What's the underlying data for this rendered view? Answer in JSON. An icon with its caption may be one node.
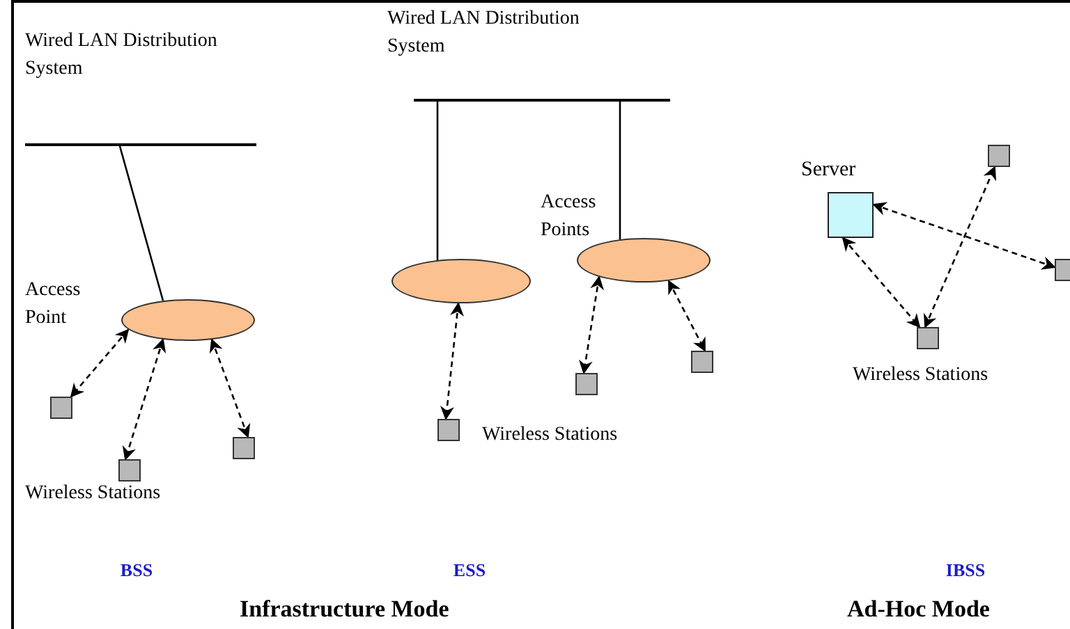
{
  "diagram": {
    "nodes": [
      {
        "text": [],
        "shape": "bar",
        "beside": [
          "Wired LAN Distribution System"
        ]
      },
      {
        "text": [],
        "shape": "ellipse",
        "beside": [
          "Access Point"
        ]
      },
      {
        "text": [],
        "shape": "box"
      },
      {
        "text": [],
        "shape": "box"
      },
      {
        "text": [],
        "shape": "box"
      },
      {
        "text": [],
        "shape": "bar",
        "beside": [
          "Wired LAN Distribution System"
        ]
      },
      {
        "text": [],
        "shape": "ellipse"
      },
      {
        "text": [],
        "shape": "ellipse"
      },
      {
        "text": [],
        "shape": "box"
      },
      {
        "text": [],
        "shape": "box"
      },
      {
        "text": [],
        "shape": "box"
      },
      {
        "text": [
          "Server"
        ]
      },
      {
        "text": [],
        "shape": "box"
      },
      {
        "text": [],
        "shape": "box"
      },
      {
        "text": [],
        "shape": "box"
      }
    ],
    "edges": [
      {
        "from": 0,
        "to": 1,
        "arrow": "none"
      },
      {
        "from": 1,
        "to": 2,
        "arrow": "both",
        "style": "dashed"
      },
      {
        "from": 1,
        "to": 3,
        "arrow": "both",
        "style": "dashed"
      },
      {
        "from": 1,
        "to": 4,
        "arrow": "both",
        "style": "dashed"
      },
      {
        "from": 5,
        "to": 6,
        "arrow": "none"
      },
      {
        "from": 5,
        "to": 7,
        "arrow": "none"
      },
      {
        "from": 6,
        "to": 8,
        "arrow": "both",
        "style": "dashed"
      },
      {
        "from": 7,
        "to": 9,
        "arrow": "both",
        "style": "dashed"
      },
      {
        "from": 7,
        "to": 10,
        "arrow": "both",
        "style": "dashed"
      },
      {
        "from": 11,
        "to": 14,
        "arrow": "both",
        "style": "dashed"
      },
      {
        "from": 11,
        "to": 13,
        "arrow": "both",
        "style": "dashed"
      },
      {
        "from": 14,
        "to": 12,
        "arrow": "both",
        "style": "dashed"
      }
    ],
    "labels": [
      "Access Points",
      "Wireless Stations",
      "Wireless Stations",
      "Wireless Stations",
      "BSS",
      "ESS",
      "IBSS",
      "Infrastructure Mode",
      "Ad-Hoc Mode"
    ]
  }
}
